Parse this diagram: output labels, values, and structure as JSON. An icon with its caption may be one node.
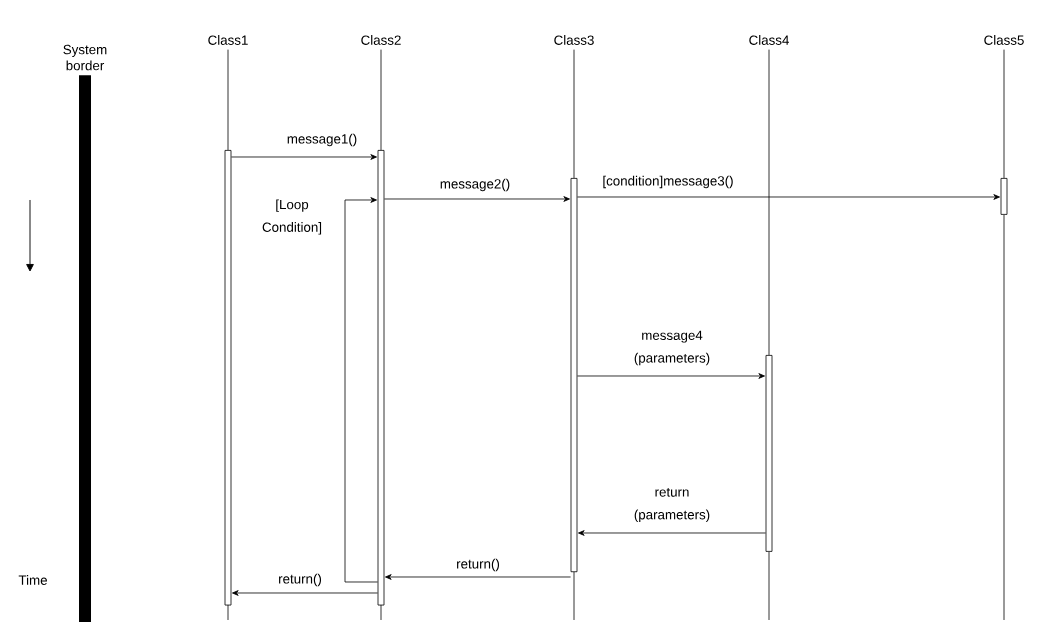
{
  "diagram": {
    "nodes": [
      {
        "text": [
          "System border"
        ]
      },
      {
        "text": [
          "Class1"
        ]
      },
      {
        "text": [
          "Class2"
        ]
      },
      {
        "text": [
          "Class3"
        ]
      },
      {
        "text": [
          "Class4"
        ]
      },
      {
        "text": [
          "Class5"
        ]
      },
      {
        "text": [],
        "shape": "bar"
      },
      {
        "text": [],
        "shape": "bar"
      },
      {
        "text": [],
        "shape": "bar"
      },
      {
        "text": [],
        "shape": "bar"
      },
      {
        "text": [],
        "shape": "bar"
      }
    ],
    "edges": [
      {
        "from": 1,
        "to": 6,
        "arrow": "none"
      },
      {
        "from": 2,
        "to": 7,
        "arrow": "none"
      },
      {
        "from": 3,
        "to": 8,
        "arrow": "none"
      },
      {
        "from": 4,
        "to": 9,
        "arrow": "none"
      },
      {
        "from": 5,
        "to": 10,
        "arrow": "none"
      },
      {
        "from": 6,
        "to": 7,
        "arrow": "to",
        "label": "message1()"
      },
      {
        "from": 7,
        "to": 8,
        "arrow": "to",
        "label": "message2()"
      },
      {
        "from": 8,
        "to": 10,
        "arrow": "to",
        "label": "[condition]message3()"
      },
      {
        "from": 8,
        "to": 9,
        "arrow": "to",
        "label": "message4 (parameters)"
      },
      {
        "from": 9,
        "to": 8,
        "arrow": "to",
        "label": "return (parameters)"
      },
      {
        "from": 8,
        "to": 7,
        "arrow": "to",
        "label": "return()"
      },
      {
        "from": 7,
        "to": 6,
        "arrow": "to",
        "label": "return()"
      },
      {
        "from": 7,
        "to": 7,
        "arrow": "to",
        "label": "[Loop Condition]"
      }
    ],
    "labels": [
      "Time"
    ]
  }
}
